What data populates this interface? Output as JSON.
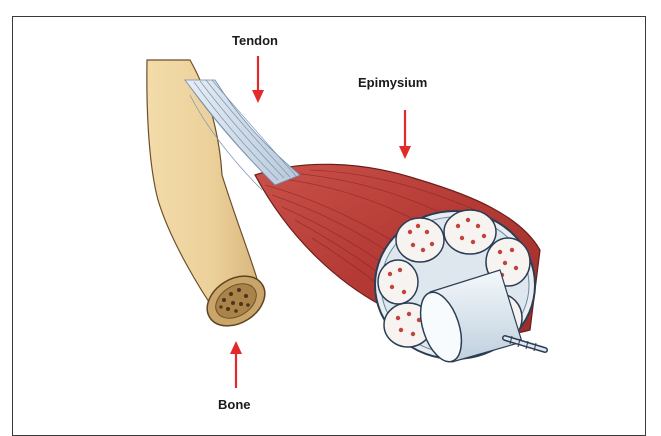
{
  "labels": {
    "tendon": "Tendon",
    "epimysium": "Epimysium",
    "bone": "Bone"
  },
  "colors": {
    "arrow": "#e32a2a",
    "bone_fill": "#ecd09a",
    "muscle_fill": "#b53a35",
    "tendon_fill": "#d6e1ec",
    "fascicle_dot": "#c0433c",
    "frame_border": "#3a3a3a"
  }
}
